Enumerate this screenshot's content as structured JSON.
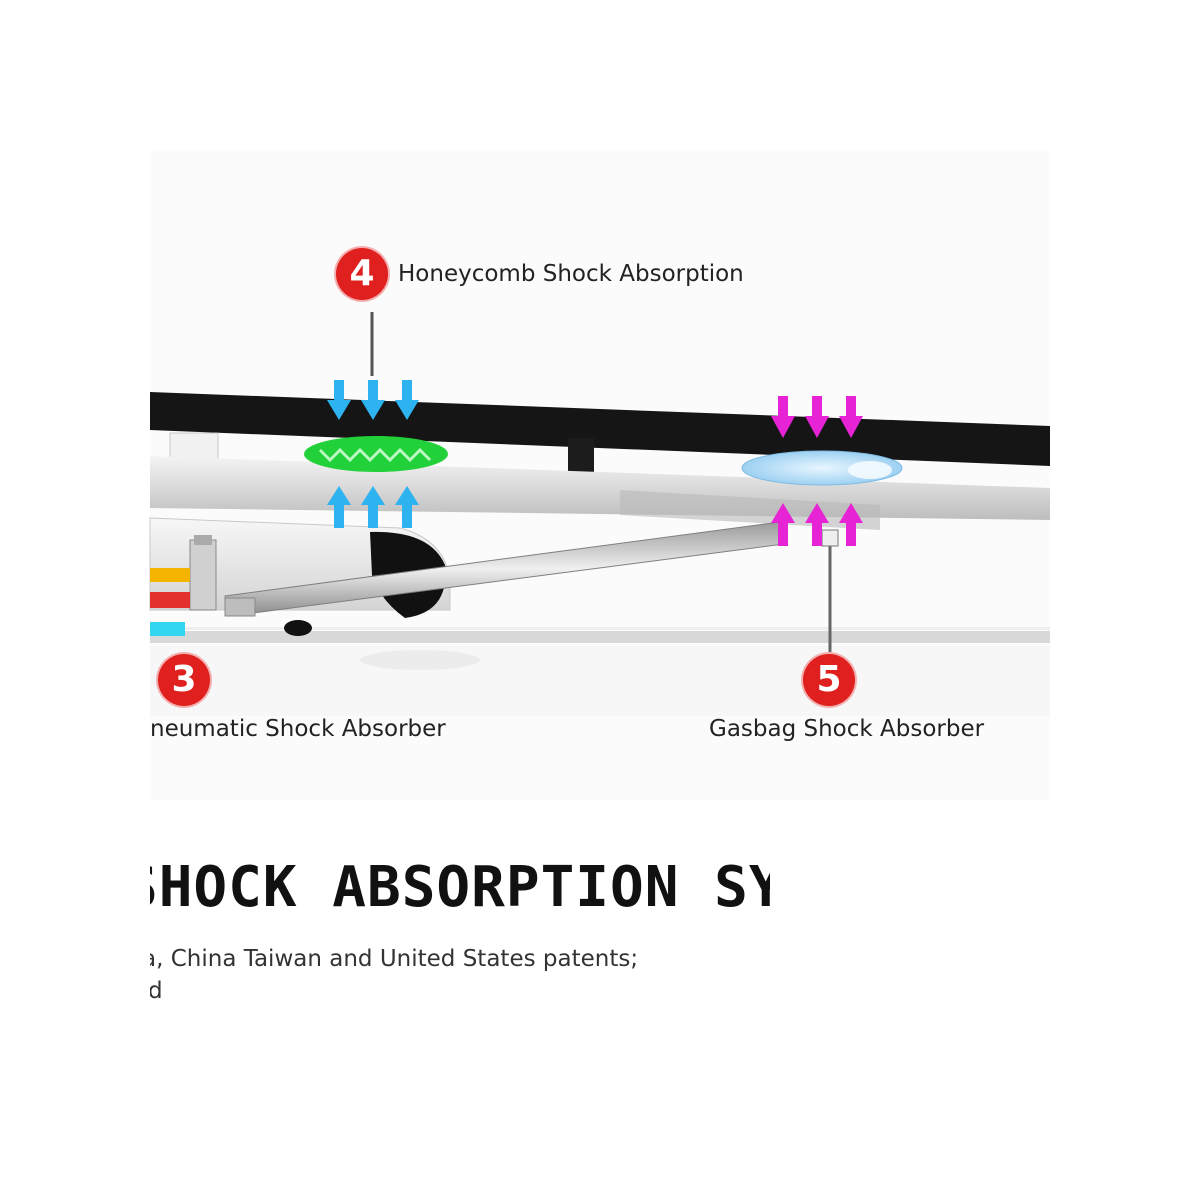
{
  "labels": {
    "honeycomb": {
      "number": "4",
      "text": "Honeycomb Shock Absorption"
    },
    "pneumatic": {
      "number": "3",
      "text": "neumatic Shock Absorber"
    },
    "gasbag": {
      "number": "5",
      "text": "Gasbag Shock Absorber"
    }
  },
  "headline": "SHOCK ABSORPTION SYSTEM",
  "description": {
    "line1": "a, China Taiwan and United States patents;",
    "line2": "d"
  },
  "colors": {
    "badge": "#e0201e",
    "honeycomb_pad": "#22d13a",
    "blue_arrows": "#2cb3f0",
    "pink_arrows": "#e624d6",
    "gasbag": "#9fd3f2"
  },
  "icons": [
    "arrow-down-icon",
    "arrow-up-icon"
  ]
}
